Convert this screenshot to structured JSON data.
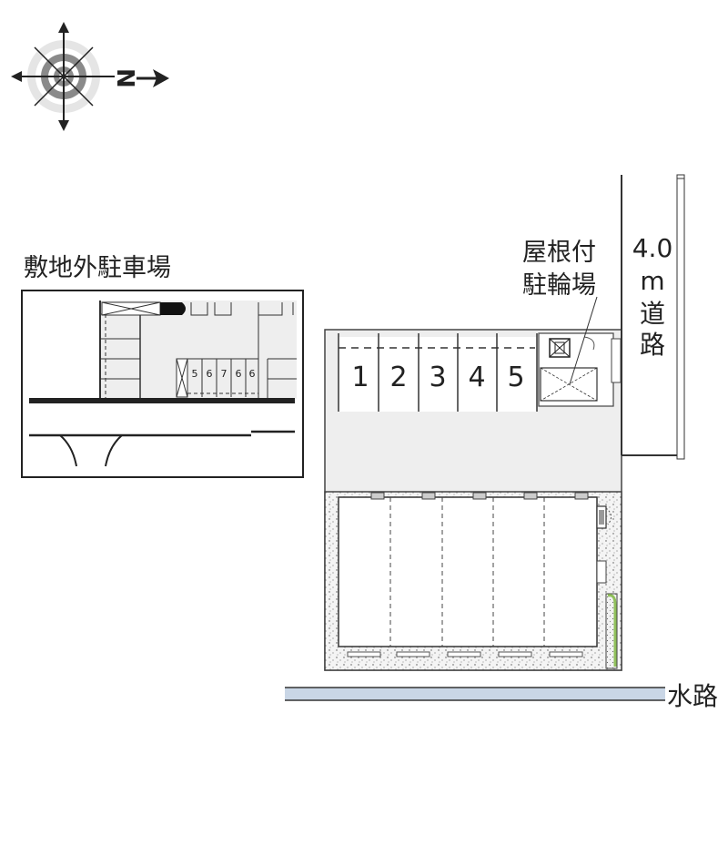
{
  "compass": {
    "label": "N",
    "icon": "compass-rose-icon"
  },
  "offsite_parking": {
    "title": "敷地外駐車場",
    "spaces": [
      "5",
      "6",
      "7",
      "6",
      "6"
    ]
  },
  "bicycle_parking": {
    "label_line1": "屋根付",
    "label_line2": "駐輪場"
  },
  "road": {
    "width": "4.0",
    "unit": "m",
    "name_1": "道",
    "name_2": "路"
  },
  "parking_spaces": [
    "1",
    "2",
    "3",
    "4",
    "5"
  ],
  "waterway": {
    "label": "水路"
  },
  "colors": {
    "line": "#333333",
    "lot_fill": "#eeeeee",
    "building_fill": "#ffffff",
    "waterway": "#c9d6e6",
    "planting": "#8fbf5a"
  }
}
